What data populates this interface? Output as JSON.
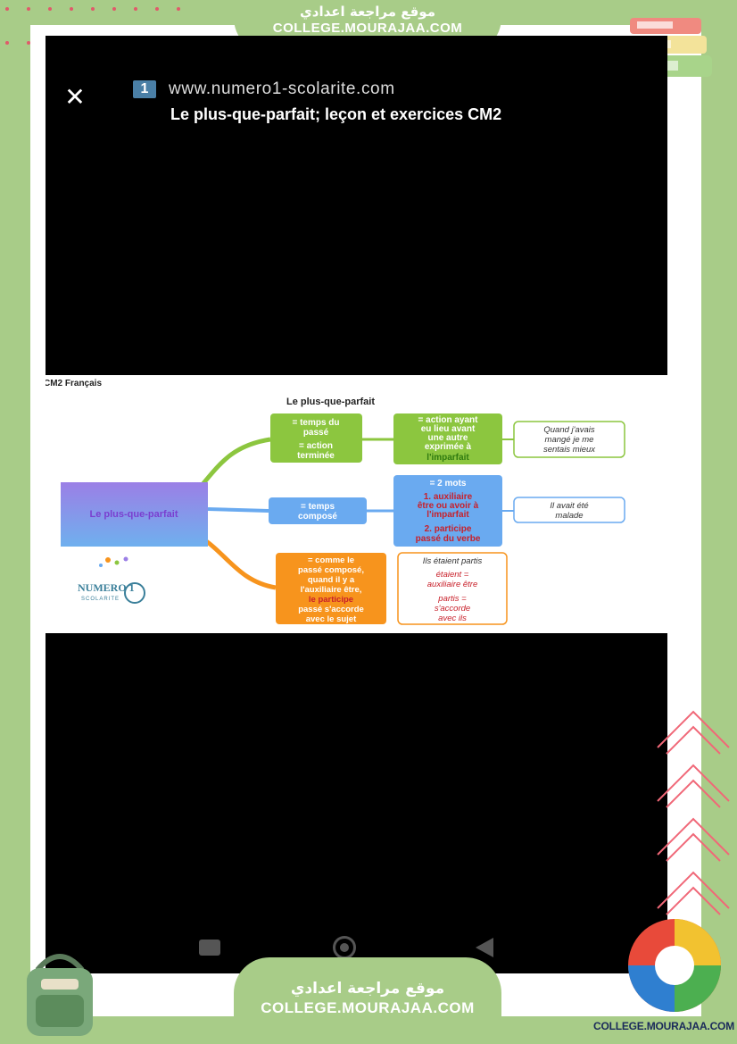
{
  "banner_top": {
    "arabic": "موقع مراجعة اعدادي",
    "site": "COLLEGE.MOURAJAA.COM"
  },
  "banner_bottom": {
    "arabic": "موقع مراجعة اعدادي",
    "site": "COLLEGE.MOURAJAA.COM"
  },
  "viewer": {
    "close_icon": "close-icon",
    "badge": "1",
    "url": "www.numero1-scolarite.com",
    "title": "Le plus-que-parfait; leçon et exercices CM2"
  },
  "slide": {
    "corner_label": "CM2 Français",
    "heading": "Le plus-que-parfait",
    "root": "Le plus-que-parfait",
    "green_left": [
      "= temps du",
      "passé",
      "= action",
      "terminée"
    ],
    "green_right": [
      "= action ayant",
      "eu lieu avant",
      "une autre",
      "exprimée à",
      "l'imparfait"
    ],
    "green_example": [
      "Quand j'avais",
      "mangé je me",
      "sentais mieux"
    ],
    "blue_left": [
      "= temps",
      "composé"
    ],
    "blue_right": [
      "= 2 mots",
      "1. auxiliaire",
      "être ou avoir à",
      "l'imparfait",
      "2. participe",
      "passé du verbe"
    ],
    "blue_example": [
      "Il avait été",
      "malade"
    ],
    "orange_left": [
      "= comme le",
      "passé composé,",
      "quand il y a",
      "l'auxiliaire être,",
      "le participe",
      "passé s'accorde",
      "avec le sujet"
    ],
    "orange_example": [
      "Ils étaient partis",
      "étaient =",
      "auxiliaire être",
      "partis =",
      "s'accorde",
      "avec ils"
    ],
    "logo_text": "NUMERO 1",
    "logo_sub": "SCOLARITE",
    "colors": {
      "green": "#8cc63f",
      "blue": "#6aaaf0",
      "orange": "#f7941d",
      "root": "#9b7fe6"
    }
  },
  "navbar": {
    "back": "nav-back-button",
    "home": "nav-home-button",
    "recent": "nav-recent-button"
  },
  "footer_logo": {
    "label": "COLLEGE.MOURAJAA.COM"
  }
}
